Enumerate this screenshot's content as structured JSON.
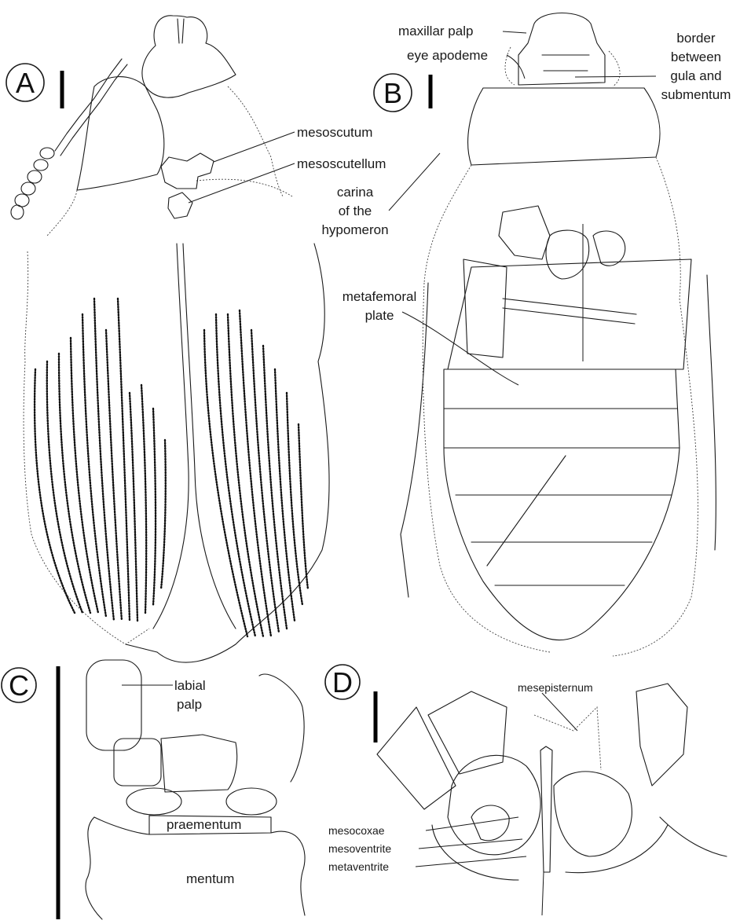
{
  "panels": {
    "A": {
      "letter": "A",
      "labels": {
        "mesoscutum": "mesoscutum",
        "mesoscutellum": "mesoscutellum"
      }
    },
    "B": {
      "letter": "B",
      "labels": {
        "maxillar_palp": "maxillar palp",
        "eye_apodeme": "eye apodeme",
        "border_1": "border",
        "border_2": "between",
        "border_3": "gula and",
        "border_4": "submentum",
        "carina_1": "carina",
        "carina_2": "of the",
        "carina_3": "hypomeron",
        "metafemoral_1": "metafemoral",
        "metafemoral_2": "plate"
      }
    },
    "C": {
      "letter": "C",
      "labels": {
        "labial_1": "labial",
        "labial_2": "palp",
        "praementum": "praementum",
        "mentum": "mentum"
      }
    },
    "D": {
      "letter": "D",
      "labels": {
        "mesepisternum": "mesepisternum",
        "mesocoxae": "mesocoxae",
        "mesoventrite": "mesoventrite",
        "metaventrite": "metaventrite"
      }
    }
  }
}
